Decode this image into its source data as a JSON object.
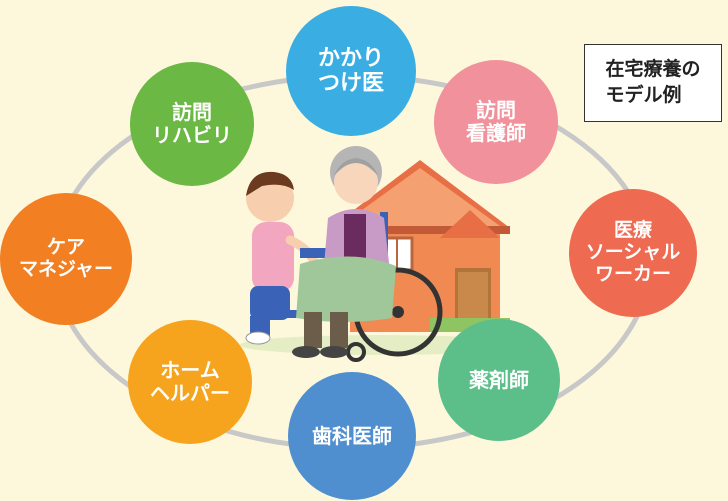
{
  "diagram": {
    "title": "在宅療養の\nモデル例",
    "nodes": [
      {
        "id": "kakaritsuke",
        "label": "かかり\nつけ医",
        "color": "#3aaee3"
      },
      {
        "id": "homon-kango",
        "label": "訪問\n看護師",
        "color": "#f0919b"
      },
      {
        "id": "msw",
        "label": "医療\nソーシャル\nワーカー",
        "color": "#ee6a50"
      },
      {
        "id": "yakuzaishi",
        "label": "薬剤師",
        "color": "#5cbf8a"
      },
      {
        "id": "shika",
        "label": "歯科医師",
        "color": "#4f8fd0"
      },
      {
        "id": "helper",
        "label": "ホーム\nヘルパー",
        "color": "#f6a41d"
      },
      {
        "id": "caremanager",
        "label": "ケア\nマネジャー",
        "color": "#f27f21"
      },
      {
        "id": "homon-reha",
        "label": "訪問\nリハビリ",
        "color": "#6cb844"
      }
    ],
    "connector_color": "#c8c8c8",
    "illustration": "elderly-person-in-wheelchair-with-caregiver-and-house"
  }
}
